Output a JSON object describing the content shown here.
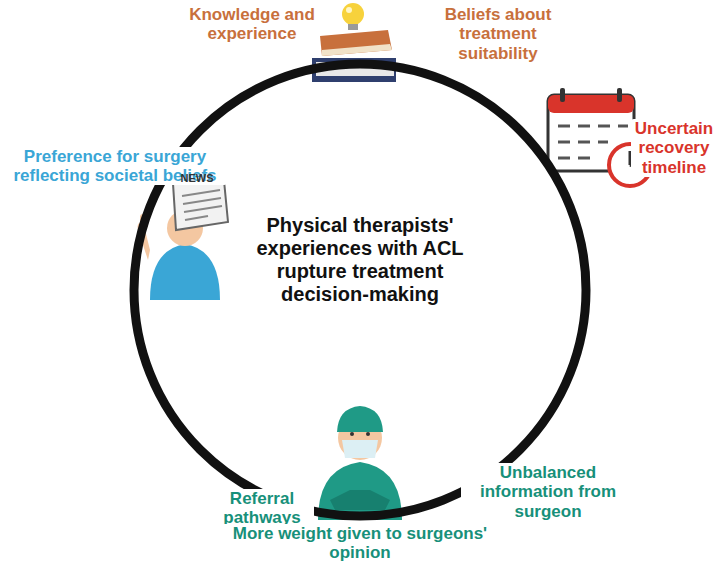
{
  "diagram": {
    "nodes": [
      {
        "text": [
          "Physical therapists' experiences with ACL rupture treatment decision-making"
        ]
      }
    ],
    "labels": [
      "Knowledge and experience",
      "Beliefs about treatment suitability",
      "Uncertain recovery timeline",
      "Preference for surgery reflecting societal beliefs",
      "Referral pathways",
      "Unbalanced information from surgeon",
      "More weight given to surgeons' opinion",
      "NEWS"
    ]
  }
}
